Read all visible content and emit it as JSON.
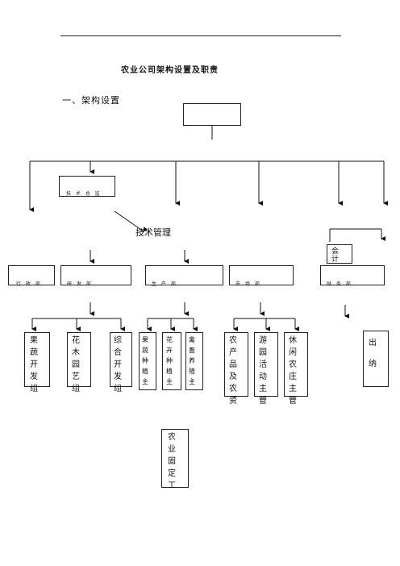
{
  "document": {
    "title": "农业公司架构设置及职责",
    "section_heading": "一、架构设置",
    "tech_dept_label": "技术管理"
  },
  "org_chart": {
    "top_box_label": "",
    "tech_box_label": "技 术 总 监",
    "departments": [
      {
        "id": "d1",
        "label": "行 政 部"
      },
      {
        "id": "d2",
        "label": "研 发 部"
      },
      {
        "id": "d3",
        "label": "生 产 部"
      },
      {
        "id": "d4",
        "label": "市 场 部"
      },
      {
        "id": "d5",
        "label": "财 务 部"
      }
    ],
    "finance_small_box_label": "会计",
    "groups": [
      {
        "id": "g1",
        "label": "果蔬开发组"
      },
      {
        "id": "g2",
        "label": "花木园艺组"
      },
      {
        "id": "g3",
        "label": "综合开发组"
      },
      {
        "id": "g4",
        "label": "果蔬种植主"
      },
      {
        "id": "g5",
        "label": "花卉种植主"
      },
      {
        "id": "g6",
        "label": "禽畜养殖主"
      },
      {
        "id": "g7",
        "label": "农产品及农资"
      },
      {
        "id": "g8",
        "label": "游园活动主管"
      },
      {
        "id": "g9",
        "label": "休闲农庄主管"
      },
      {
        "id": "g10",
        "label": "出纳"
      }
    ],
    "sub_group_label": "农业固定工"
  }
}
